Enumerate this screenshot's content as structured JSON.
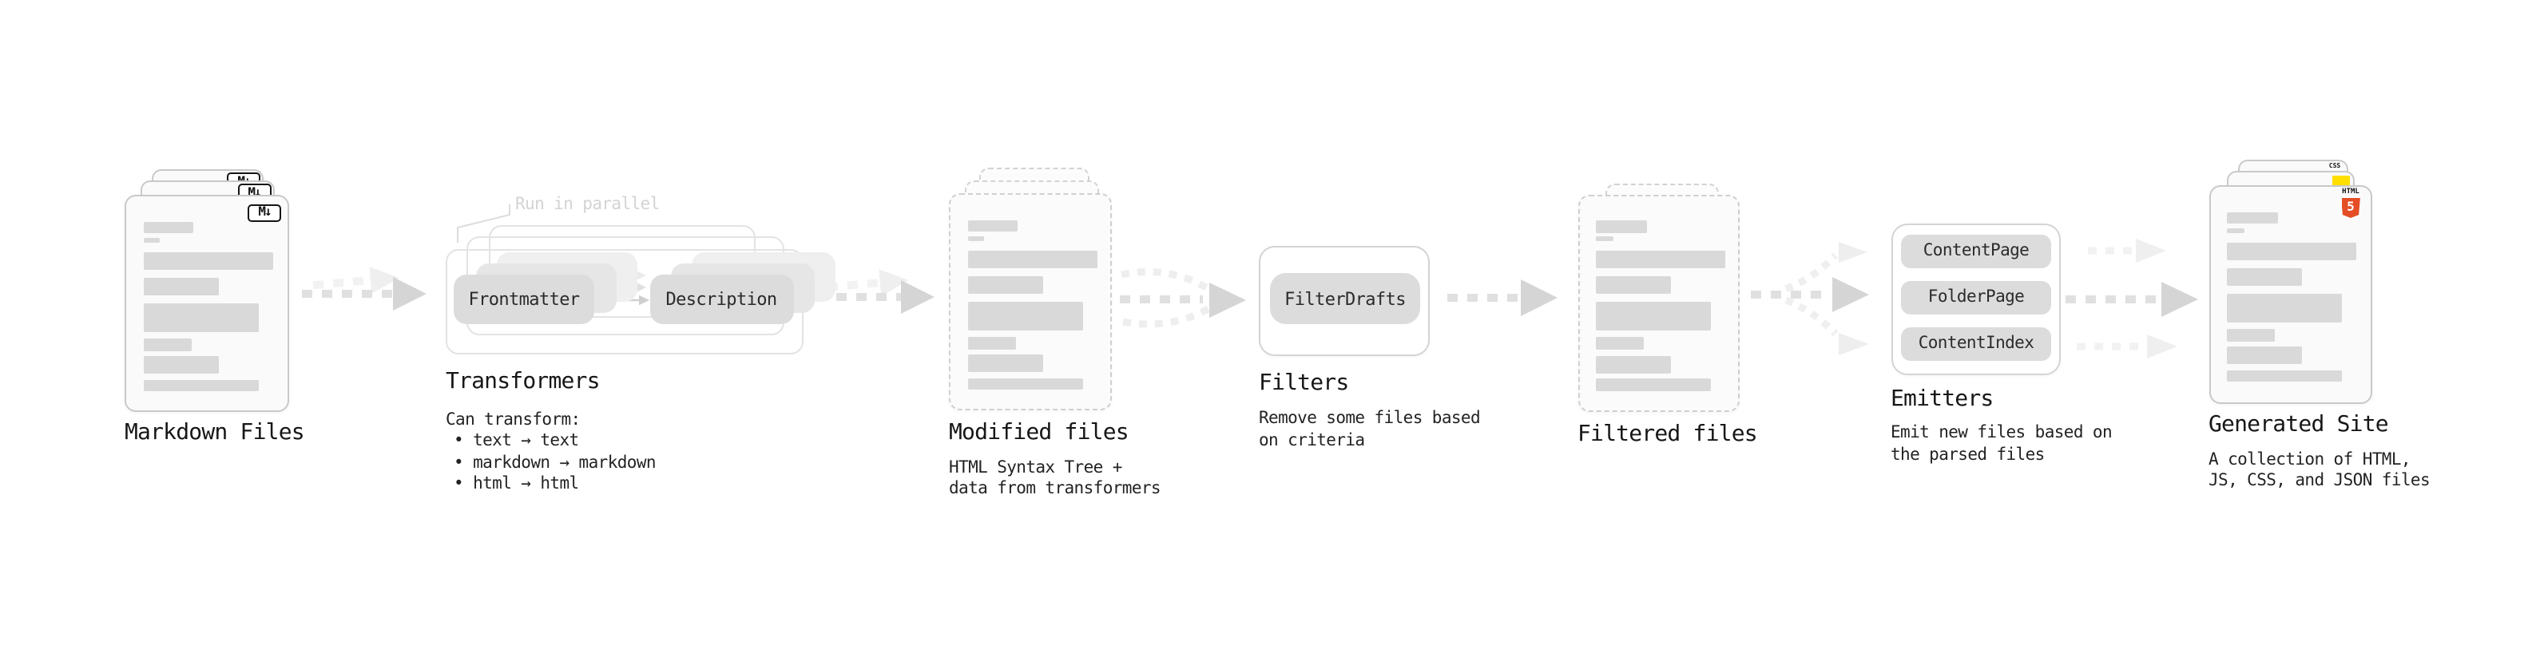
{
  "diagram": {
    "markdown": {
      "title": "Markdown Files",
      "badge": "M↓"
    },
    "transformers": {
      "title": "Transformers",
      "annotation": "Run in parallel",
      "pill_left": "Frontmatter",
      "pill_right": "Description",
      "desc_heading": "Can transform:",
      "bullets": [
        "• text → text",
        "• markdown → markdown",
        "• html → html"
      ]
    },
    "modified": {
      "title": "Modified files",
      "desc": [
        "HTML Syntax Tree +",
        "data from transformers"
      ]
    },
    "filters": {
      "title": "Filters",
      "pill": "FilterDrafts",
      "desc": [
        "Remove some files based",
        "on criteria"
      ]
    },
    "filtered": {
      "title": "Filtered files"
    },
    "emitters": {
      "title": "Emitters",
      "pills": [
        "ContentPage",
        "FolderPage",
        "ContentIndex"
      ],
      "desc": [
        "Emit new files based on",
        "the parsed files"
      ]
    },
    "generated": {
      "title": "Generated Site",
      "desc": [
        "A collection of HTML,",
        "JS, CSS, and JSON files"
      ],
      "html5_badge": {
        "label": "HTML",
        "number": "5"
      },
      "css_badge": "CSS"
    }
  },
  "colors": {
    "html5_orange": "#e44d26",
    "js_yellow": "#ffdf00",
    "css_blue": "#2d63ea",
    "arrow_gray": "#e0e0e0",
    "arrow_head": "#d5d5d5"
  }
}
